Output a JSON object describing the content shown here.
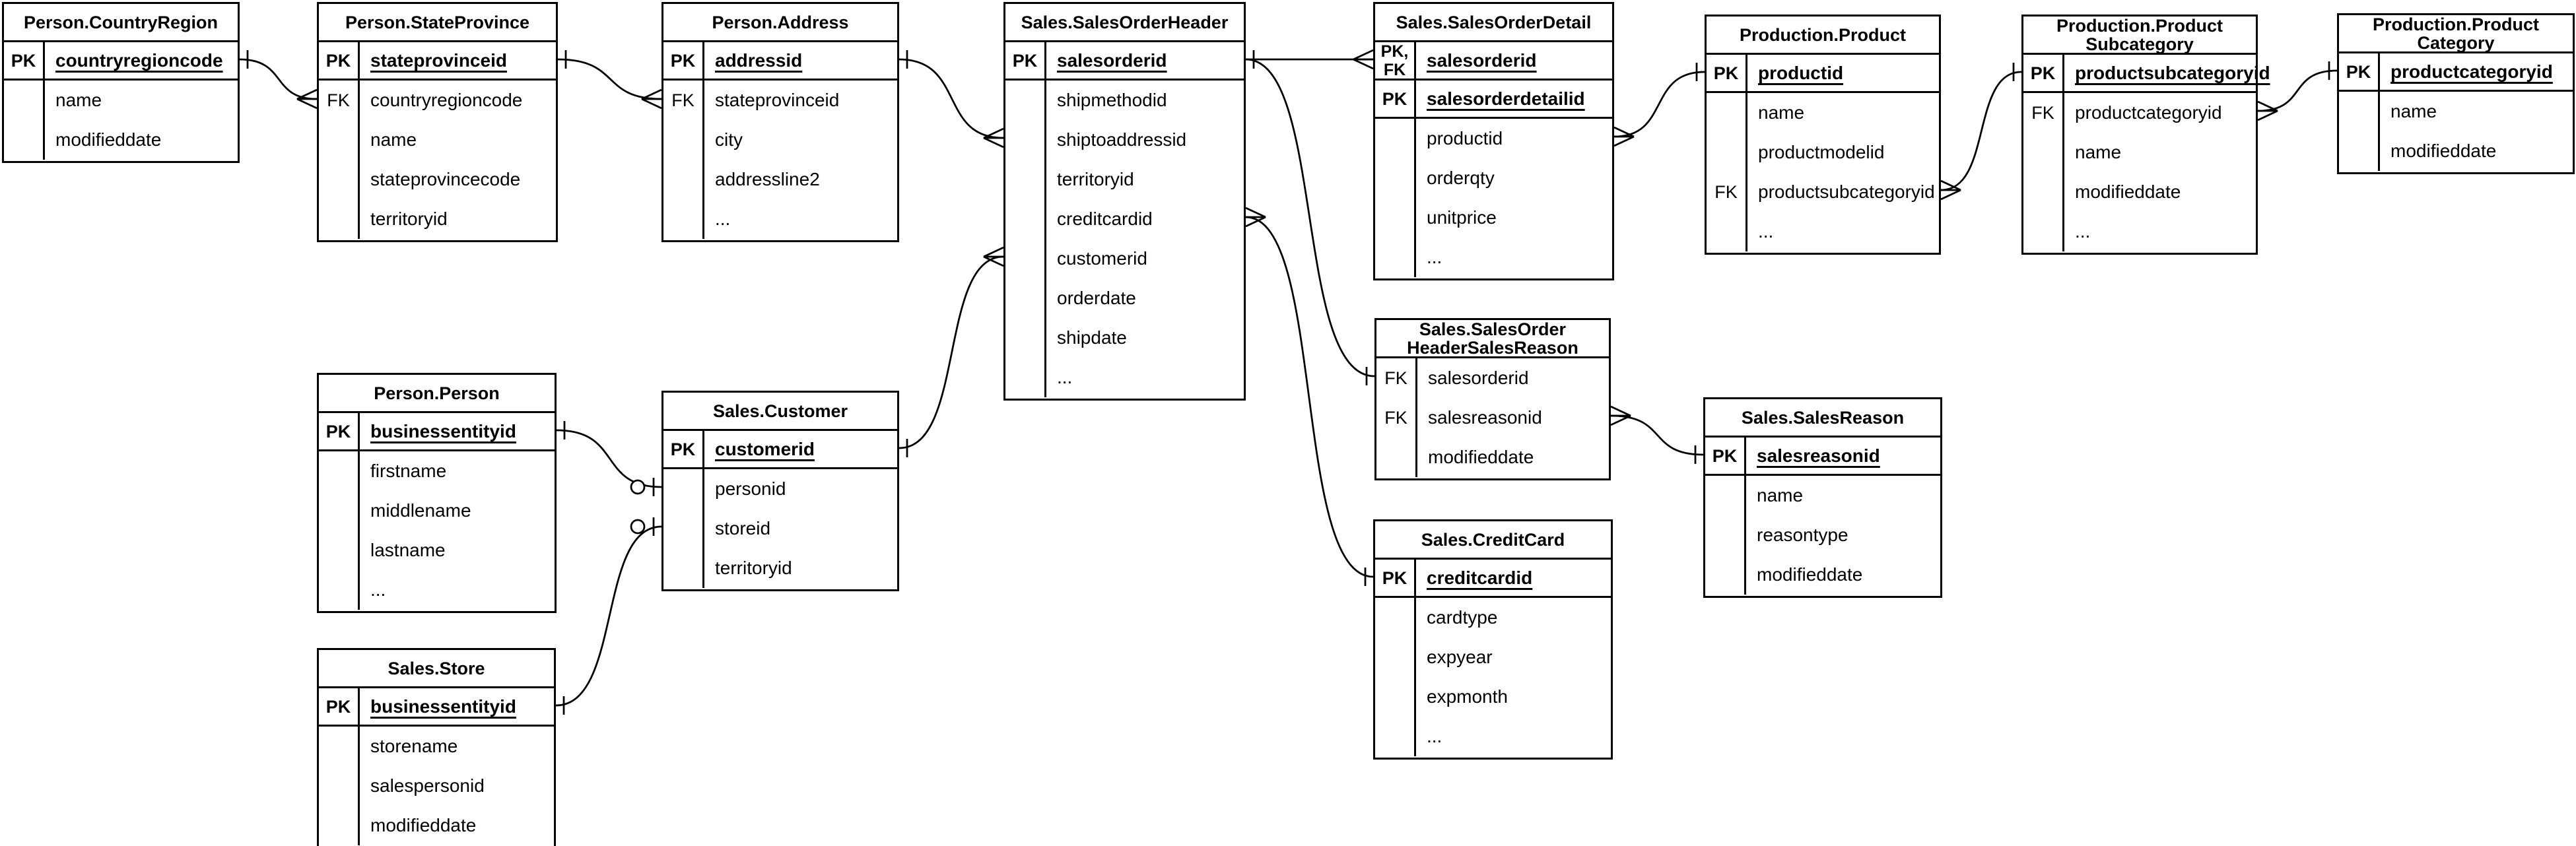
{
  "tables": {
    "countryregion": {
      "title": "Person.CountryRegion",
      "rows": [
        {
          "key": "PK",
          "field": "countryregioncode"
        },
        {
          "key": "",
          "field": "name"
        },
        {
          "key": "",
          "field": "modifieddate"
        }
      ]
    },
    "stateprovince": {
      "title": "Person.StateProvince",
      "rows": [
        {
          "key": "PK",
          "field": "stateprovinceid"
        },
        {
          "key": "FK",
          "field": "countryregioncode"
        },
        {
          "key": "",
          "field": "name"
        },
        {
          "key": "",
          "field": "stateprovincecode"
        },
        {
          "key": "",
          "field": "territoryid"
        }
      ]
    },
    "address": {
      "title": "Person.Address",
      "rows": [
        {
          "key": "PK",
          "field": "addressid"
        },
        {
          "key": "FK",
          "field": "stateprovinceid"
        },
        {
          "key": "",
          "field": "city"
        },
        {
          "key": "",
          "field": "addressline2"
        },
        {
          "key": "",
          "field": "..."
        }
      ]
    },
    "salesorderheader": {
      "title": "Sales.SalesOrderHeader",
      "rows": [
        {
          "key": "PK",
          "field": "salesorderid"
        },
        {
          "key": "",
          "field": "shipmethodid"
        },
        {
          "key": "",
          "field": "shiptoaddressid"
        },
        {
          "key": "",
          "field": "territoryid"
        },
        {
          "key": "",
          "field": "creditcardid"
        },
        {
          "key": "",
          "field": "customerid"
        },
        {
          "key": "",
          "field": "orderdate"
        },
        {
          "key": "",
          "field": "shipdate"
        },
        {
          "key": "",
          "field": "..."
        }
      ]
    },
    "salesorderdetail": {
      "title": "Sales.SalesOrderDetail",
      "rows": [
        {
          "key": "PK,\nFK",
          "field": "salesorderid"
        },
        {
          "key": "PK",
          "field": "salesorderdetailid"
        },
        {
          "key": "",
          "field": "productid"
        },
        {
          "key": "",
          "field": "orderqty"
        },
        {
          "key": "",
          "field": "unitprice"
        },
        {
          "key": "",
          "field": "..."
        }
      ]
    },
    "product": {
      "title": "Production.Product",
      "rows": [
        {
          "key": "PK",
          "field": "productid"
        },
        {
          "key": "",
          "field": "name"
        },
        {
          "key": "",
          "field": "productmodelid"
        },
        {
          "key": "FK",
          "field": "productsubcategoryid"
        },
        {
          "key": "",
          "field": "..."
        }
      ]
    },
    "productsubcategory": {
      "title": "Production.Product\nSubcategory",
      "rows": [
        {
          "key": "PK",
          "field": "productsubcategoryid"
        },
        {
          "key": "FK",
          "field": "productcategoryid"
        },
        {
          "key": "",
          "field": "name"
        },
        {
          "key": "",
          "field": "modifieddate"
        },
        {
          "key": "",
          "field": "..."
        }
      ]
    },
    "productcategory": {
      "title": "Production.Product\nCategory",
      "rows": [
        {
          "key": "PK",
          "field": "productcategoryid"
        },
        {
          "key": "",
          "field": "name"
        },
        {
          "key": "",
          "field": "modifieddate"
        }
      ]
    },
    "salesorderheadersalesreason": {
      "title": "Sales.SalesOrder\nHeaderSalesReason",
      "rows": [
        {
          "key": "FK",
          "field": "salesorderid"
        },
        {
          "key": "FK",
          "field": "salesreasonid"
        },
        {
          "key": "",
          "field": "modifieddate"
        }
      ]
    },
    "salesreason": {
      "title": "Sales.SalesReason",
      "rows": [
        {
          "key": "PK",
          "field": "salesreasonid"
        },
        {
          "key": "",
          "field": "name"
        },
        {
          "key": "",
          "field": "reasontype"
        },
        {
          "key": "",
          "field": "modifieddate"
        }
      ]
    },
    "creditcard": {
      "title": "Sales.CreditCard",
      "rows": [
        {
          "key": "PK",
          "field": "creditcardid"
        },
        {
          "key": "",
          "field": "cardtype"
        },
        {
          "key": "",
          "field": "expyear"
        },
        {
          "key": "",
          "field": "expmonth"
        },
        {
          "key": "",
          "field": "..."
        }
      ]
    },
    "person": {
      "title": "Person.Person",
      "rows": [
        {
          "key": "PK",
          "field": "businessentityid"
        },
        {
          "key": "",
          "field": "firstname"
        },
        {
          "key": "",
          "field": "middlename"
        },
        {
          "key": "",
          "field": "lastname"
        },
        {
          "key": "",
          "field": "..."
        }
      ]
    },
    "customer": {
      "title": "Sales.Customer",
      "rows": [
        {
          "key": "PK",
          "field": "customerid"
        },
        {
          "key": "",
          "field": "personid"
        },
        {
          "key": "",
          "field": "storeid"
        },
        {
          "key": "",
          "field": "territoryid"
        }
      ]
    },
    "store": {
      "title": "Sales.Store",
      "rows": [
        {
          "key": "PK",
          "field": "businessentityid"
        },
        {
          "key": "",
          "field": "storename"
        },
        {
          "key": "",
          "field": "salespersonid"
        },
        {
          "key": "",
          "field": "modifieddate"
        }
      ]
    }
  },
  "relationships": [
    {
      "from": "Person.CountryRegion.countryregioncode",
      "from_cardinality": "one",
      "to": "Person.StateProvince.countryregioncode",
      "to_cardinality": "many"
    },
    {
      "from": "Person.StateProvince.stateprovinceid",
      "from_cardinality": "one",
      "to": "Person.Address.stateprovinceid",
      "to_cardinality": "many"
    },
    {
      "from": "Person.Address.addressid",
      "from_cardinality": "one",
      "to": "Sales.SalesOrderHeader.shiptoaddressid",
      "to_cardinality": "many"
    },
    {
      "from": "Sales.Customer.customerid",
      "from_cardinality": "one",
      "to": "Sales.SalesOrderHeader.customerid",
      "to_cardinality": "many"
    },
    {
      "from": "Person.Person.businessentityid",
      "from_cardinality": "one",
      "to": "Sales.Customer.personid",
      "to_cardinality": "zero-or-one"
    },
    {
      "from": "Sales.Store.businessentityid",
      "from_cardinality": "one",
      "to": "Sales.Customer.storeid",
      "to_cardinality": "zero-or-one"
    },
    {
      "from": "Sales.SalesOrderHeader.salesorderid",
      "from_cardinality": "one",
      "to": "Sales.SalesOrderDetail.salesorderid",
      "to_cardinality": "many"
    },
    {
      "from": "Sales.SalesOrderHeader.salesorderid",
      "from_cardinality": "one",
      "to": "Sales.SalesOrderHeaderSalesReason.salesorderid",
      "to_cardinality": "one"
    },
    {
      "from": "Sales.CreditCard.creditcardid",
      "from_cardinality": "one",
      "to": "Sales.SalesOrderHeader.creditcardid",
      "to_cardinality": "many"
    },
    {
      "from": "Production.Product.productid",
      "from_cardinality": "one",
      "to": "Sales.SalesOrderDetail.productid",
      "to_cardinality": "many"
    },
    {
      "from": "Production.ProductSubcategory.productsubcategoryid",
      "from_cardinality": "one",
      "to": "Production.Product.productsubcategoryid",
      "to_cardinality": "many"
    },
    {
      "from": "Production.ProductCategory.productcategoryid",
      "from_cardinality": "one",
      "to": "Production.ProductSubcategory.productcategoryid",
      "to_cardinality": "many"
    },
    {
      "from": "Sales.SalesReason.salesreasonid",
      "from_cardinality": "one",
      "to": "Sales.SalesOrderHeaderSalesReason.salesreasonid",
      "to_cardinality": "many"
    }
  ],
  "colors": {
    "line": "#000000",
    "background": "#ffffff",
    "text": "#000000"
  }
}
